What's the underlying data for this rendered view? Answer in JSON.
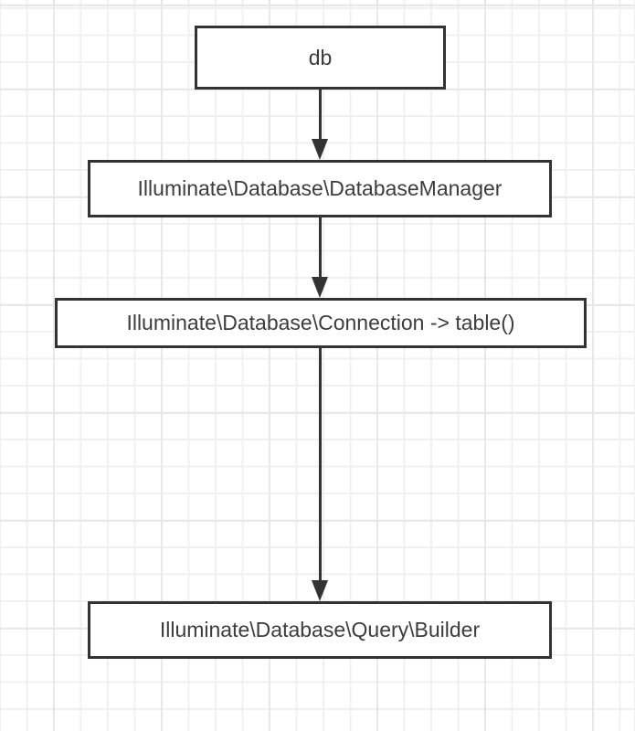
{
  "diagram": {
    "type": "flowchart",
    "direction": "top-down",
    "nodes": [
      {
        "id": "db",
        "label": "db"
      },
      {
        "id": "database-manager",
        "label": "Illuminate\\Database\\DatabaseManager"
      },
      {
        "id": "connection-table",
        "label": "Illuminate\\Database\\Connection -> table()"
      },
      {
        "id": "query-builder",
        "label": "Illuminate\\Database\\Query\\Builder"
      }
    ],
    "edges": [
      {
        "from": "db",
        "to": "database-manager"
      },
      {
        "from": "database-manager",
        "to": "connection-table"
      },
      {
        "from": "connection-table",
        "to": "query-builder"
      }
    ],
    "colors": {
      "background": "#ffffff",
      "grid_line": "#f0f0f0",
      "grid_line_major": "#e8e8e8",
      "node_fill": "#ffffff",
      "node_border": "#333333",
      "arrow": "#333333",
      "text": "#3c3c3c"
    }
  }
}
